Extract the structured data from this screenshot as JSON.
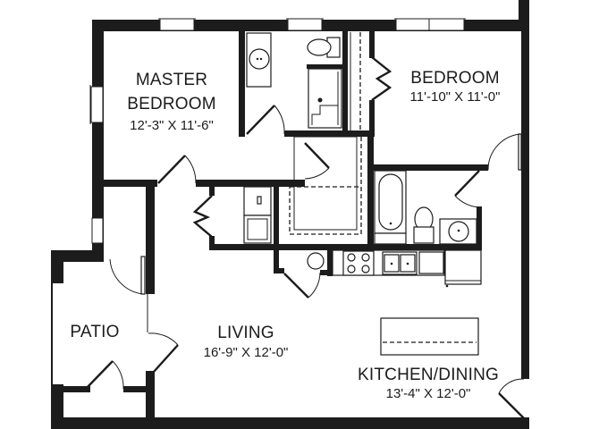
{
  "floor_plan": {
    "rooms": [
      {
        "id": "master-bedroom",
        "name_line1": "MASTER",
        "name_line2": "BEDROOM",
        "dimensions": "12'-3\" X 11'-6\""
      },
      {
        "id": "bedroom",
        "name": "BEDROOM",
        "dimensions": "11'-10\" X 11'-0\""
      },
      {
        "id": "living",
        "name": "LIVING",
        "dimensions": "16'-9\" X 12'-0\""
      },
      {
        "id": "kitchen-dining",
        "name": "KITCHEN/DINING",
        "dimensions": "13'-4\" X 12'-0\""
      },
      {
        "id": "patio",
        "name": "PATIO"
      }
    ],
    "colors": {
      "wall": "#1c1c1c",
      "background": "#ffffff"
    }
  }
}
